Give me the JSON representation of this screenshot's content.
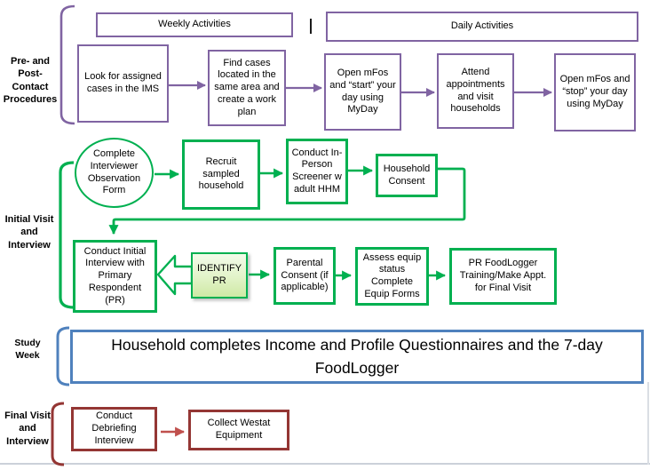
{
  "colors": {
    "purple": "#8064A2",
    "green": "#00B050",
    "blue": "#4F81BD",
    "dark_red": "#943634",
    "red_arrow": "#C0504D"
  },
  "prePost": {
    "label": "Pre- and Post-Contact Procedures",
    "weeklyHeader": "Weekly Activities",
    "dailyHeader": "Daily Activities",
    "steps": [
      "Look for assigned cases in the IMS",
      "Find cases located in the same area and create a work plan",
      "Open mFos and “start” your day using MyDay",
      "Attend appointments and visit households",
      "Open mFos and “stop” your day using MyDay"
    ]
  },
  "initialVisit": {
    "label": "Initial Visit and Interview",
    "observationForm": "Complete Interviewer Observation Form",
    "topSteps": [
      "Recruit sampled household",
      "Conduct In-Person Screener w adult HHM",
      "Household Consent"
    ],
    "bottomSteps": [
      "Conduct Initial Interview with Primary Respondent (PR)",
      "IDENTIFY PR",
      "Parental Consent (if applicable)",
      "Assess equip status Complete Equip Forms",
      "PR FoodLogger Training/Make Appt. for Final Visit"
    ]
  },
  "studyWeek": {
    "label": "Study Week",
    "banner": "Household completes Income and Profile Questionnaires and the 7-day FoodLogger"
  },
  "finalVisit": {
    "label": "Final Visit and Interview",
    "steps": [
      "Conduct Debriefing Interview",
      "Collect Westat Equipment"
    ]
  }
}
